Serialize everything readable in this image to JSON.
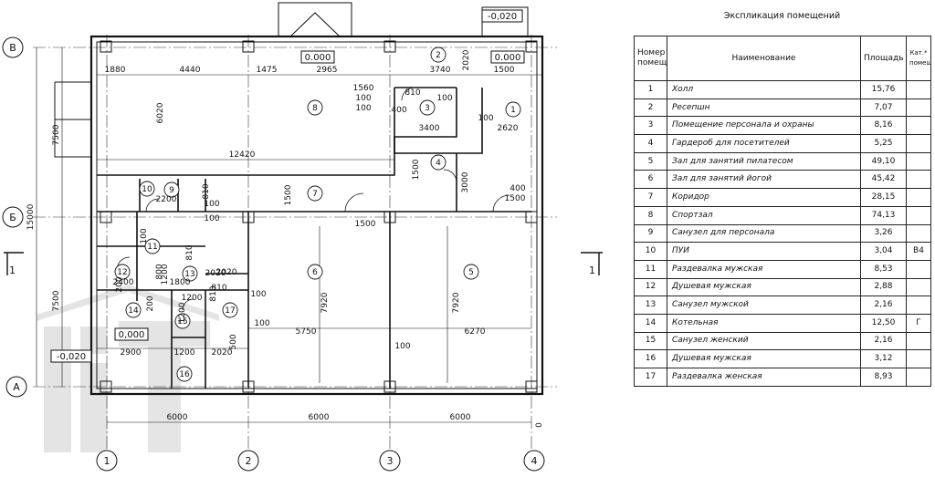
{
  "plan": {
    "axes_letters": [
      "В",
      "Б",
      "А"
    ],
    "axes_numbers": [
      "1",
      "2",
      "3",
      "4"
    ],
    "section_marks": [
      "1",
      "1"
    ],
    "levels": [
      "0.000",
      "0.000",
      "-0,020",
      "-0,020",
      "0,000"
    ],
    "rooms": [
      "1",
      "2",
      "3",
      "4",
      "5",
      "6",
      "7",
      "8",
      "9",
      "10",
      "11",
      "12",
      "13",
      "14",
      "15",
      "16",
      "17"
    ],
    "dims_top": [
      "1880",
      "4440",
      "1475",
      "2965",
      "3740",
      "1500",
      "2020"
    ],
    "dims_interior": [
      "6020",
      "12420",
      "1560",
      "100",
      "100",
      "810",
      "400",
      "100",
      "3400",
      "100",
      "2620",
      "1500",
      "3000",
      "400",
      "1500",
      "1500",
      "1500",
      "100",
      "100",
      "2200",
      "810",
      "100",
      "2020",
      "810",
      "1200",
      "2400",
      "800",
      "1800",
      "2020",
      "1200",
      "810",
      "1200",
      "500",
      "2900",
      "1200",
      "2020",
      "810",
      "5750",
      "7920",
      "6270",
      "7920",
      "100",
      "100",
      "200",
      "100",
      "200"
    ],
    "dims_left": [
      "7500",
      "15000",
      "7500"
    ],
    "dims_bottom": [
      "6000",
      "6000",
      "6000"
    ],
    "dim_right_small": "0"
  },
  "legend": {
    "caption": "Экспликация помещений",
    "headers": {
      "num": "Номер помещения",
      "name": "Наименование",
      "area": "Площадь",
      "cat": "Кат.* помещения"
    },
    "rows": [
      {
        "num": "1",
        "name": "Холл",
        "area": "15,76",
        "cat": ""
      },
      {
        "num": "2",
        "name": "Ресепшн",
        "area": "7,07",
        "cat": ""
      },
      {
        "num": "3",
        "name": "Помещение персонала и охраны",
        "area": "8,16",
        "cat": ""
      },
      {
        "num": "4",
        "name": "Гардероб для посетителей",
        "area": "5,25",
        "cat": ""
      },
      {
        "num": "5",
        "name": "Зал для занятий пилатесом",
        "area": "49,10",
        "cat": ""
      },
      {
        "num": "6",
        "name": "Зал для занятий йогой",
        "area": "45,42",
        "cat": ""
      },
      {
        "num": "7",
        "name": "Коридор",
        "area": "28,15",
        "cat": ""
      },
      {
        "num": "8",
        "name": "Спортзал",
        "area": "74,13",
        "cat": ""
      },
      {
        "num": "9",
        "name": "Санузел для персонала",
        "area": "3,26",
        "cat": ""
      },
      {
        "num": "10",
        "name": "ПУИ",
        "area": "3,04",
        "cat": "В4"
      },
      {
        "num": "11",
        "name": "Раздевалка мужская",
        "area": "8,53",
        "cat": ""
      },
      {
        "num": "12",
        "name": "Душевая мужская",
        "area": "2,88",
        "cat": ""
      },
      {
        "num": "13",
        "name": "Санузел мужской",
        "area": "2,16",
        "cat": ""
      },
      {
        "num": "14",
        "name": "Котельная",
        "area": "12,50",
        "cat": "Г"
      },
      {
        "num": "15",
        "name": "Санузел женский",
        "area": "2,16",
        "cat": ""
      },
      {
        "num": "16",
        "name": "Душевая мужская",
        "area": "3,12",
        "cat": ""
      },
      {
        "num": "17",
        "name": "Раздевалка женская",
        "area": "8,93",
        "cat": ""
      }
    ]
  }
}
